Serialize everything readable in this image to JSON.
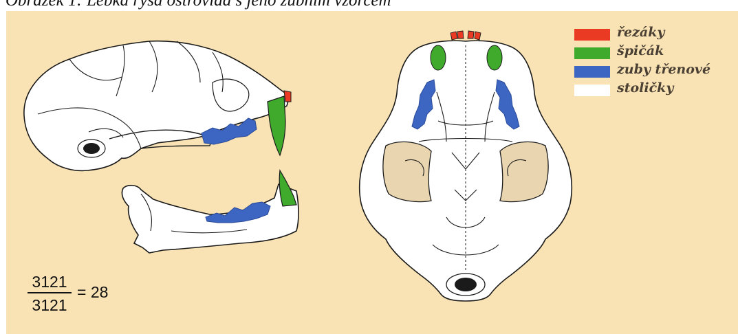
{
  "caption": "Obrázek 1: Lebka rysa ostrovida s jeho zubním vzorcem",
  "legend": [
    {
      "label": "řezáky",
      "color": "#ea3a24"
    },
    {
      "label": "špičák",
      "color": "#3faa2c"
    },
    {
      "label": "zuby třenové",
      "color": "#3d66c3"
    },
    {
      "label": "stoličky",
      "color": "#ffffff"
    }
  ],
  "formula": {
    "numerator": "3121",
    "denominator": "3121",
    "result": "= 28"
  },
  "colors": {
    "background": "#f9e3b4",
    "bone": "#ffffff",
    "outline": "#1a1a1a",
    "cavity": "#e9d6b1"
  }
}
